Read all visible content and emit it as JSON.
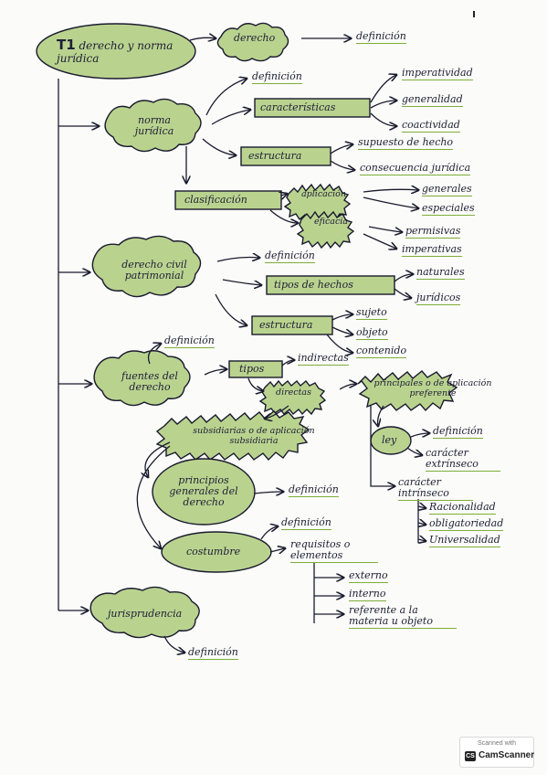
{
  "title": {
    "prefix": "T1",
    "text": "derecho y norma jurídica"
  },
  "nodes": {
    "derecho": "derecho",
    "derecho_definicion": "definición",
    "norma_juridica": "norma jurídica",
    "nj_definicion": "definición",
    "caracteristicas": "características",
    "imperatividad": "imperatividad",
    "generalidad": "generalidad",
    "coactividad": "coactividad",
    "estructura": "estructura",
    "supuesto_de_hecho": "supuesto de hecho",
    "consecuencia_juridica": "consecuencia jurídica",
    "clasificacion": "clasificación",
    "aplicacion": "aplicación",
    "generales": "generales",
    "especiales": "especiales",
    "eficacia": "eficacia",
    "permisivas": "permisivas",
    "imperativas": "imperativas",
    "derecho_civil_patrimonial": "derecho civil patrimonial",
    "dcp_definicion": "definición",
    "tipos_de_hechos": "tipos de hechos",
    "naturales": "naturales",
    "juridicos": "jurídicos",
    "dcp_estructura": "estructura",
    "sujeto": "sujeto",
    "objeto": "objeto",
    "contenido": "contenido",
    "fuentes_del_derecho": "fuentes del derecho",
    "fd_definicion": "definición",
    "tipos": "tipos",
    "indirectas": "indirectas",
    "directas": "directas",
    "principales": "principales o de aplicación preferente",
    "ley": "ley",
    "ley_definicion": "definición",
    "caracter_extrinseco": "carácter extrínseco",
    "caracter_intrinseco": "carácter intrínseco",
    "racionalidad": "Racionalidad",
    "obligatoriedad": "obligatoriedad",
    "universalidad": "Universalidad",
    "subsidiarias": "subsidiarias o de aplicación subsidiaria",
    "principios_generales": "principios generales del derecho",
    "pg_definicion": "definición",
    "costumbre": "costumbre",
    "costumbre_definicion": "definición",
    "requisitos": "requisitos o elementos",
    "externo": "externo",
    "interno": "interno",
    "referente": "referente a la materia u objeto",
    "jurisprudencia": "jurisprudencia",
    "jur_definicion": "definición"
  },
  "watermark": {
    "line1": "Scanned with",
    "brand": "CamScanner",
    "logo": "CS"
  },
  "colors": {
    "ink": "#1a1a2e",
    "highlight": "#7dad3a",
    "cloud_fill": "#b9d38f",
    "paper": "#fbfbf9"
  }
}
